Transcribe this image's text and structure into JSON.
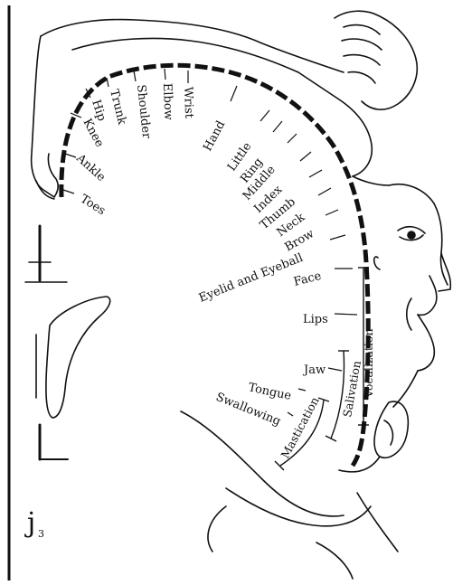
{
  "figure": {
    "ink_color": "#111111",
    "background": "#ffffff",
    "body_labels": [
      "Toes",
      "Ankle",
      "Knee",
      "Hip",
      "Trunk",
      "Shoulder",
      "Elbow",
      "Wrist",
      "Hand",
      "Little",
      "Ring",
      "Middle",
      "Index",
      "Thumb",
      "Neck",
      "Brow",
      "Eyelid and Eyeball",
      "Face",
      "Lips",
      "Jaw",
      "Tongue",
      "Swallowing"
    ],
    "bracket_labels": {
      "vocalization": "Vocalization",
      "salivation": "Salivation",
      "mastication": "Mastication"
    },
    "inset_glyph": "j",
    "inset_subscript": "3"
  }
}
